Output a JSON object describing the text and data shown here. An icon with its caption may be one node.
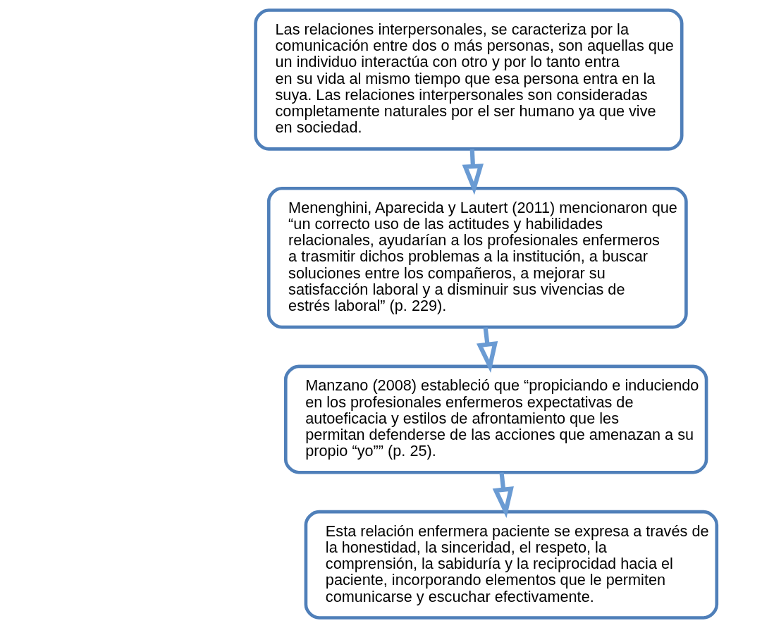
{
  "diagram": {
    "nodes": [
      {
        "text": [
          "Las relaciones interpersonales, se caracteriza por la comunicación entre dos o más personas, son aquellas que un individuo interactúa con otro y por lo tanto entra en su vida al mismo tiempo que esa persona entra en la suya. Las relaciones interpersonales son consideradas completamente naturales por el ser humano ya que vive en sociedad."
        ]
      },
      {
        "text": [
          "Menenghini, Aparecida y Lautert (2011) mencionaron que “un correcto uso de las actitudes y habilidades relacionales, ayudarían a los profesionales enfermeros a trasmitir dichos problemas a la institución, a buscar soluciones entre los compañeros, a mejorar su satisfacción laboral y a disminuir sus vivencias de estrés laboral” (p. 229)."
        ]
      },
      {
        "text": [
          "Manzano (2008) estableció que “propiciando e induciendo en los profesionales enfermeros expectativas de autoeficacia y estilos de afrontamiento que les permitan defenderse de las acciones que amenazan a su propio “yo”” (p. 25)."
        ]
      },
      {
        "text": [
          "Esta relación enfermera paciente se expresa a través de la honestidad, la sinceridad, el respeto, la comprensión, la sabiduría y la reciprocidad hacia el paciente, incorporando elementos que le permiten comunicarse y escuchar efectivamente."
        ]
      }
    ],
    "edges": [
      {
        "from": 0,
        "to": 1,
        "arrow": "to"
      },
      {
        "from": 1,
        "to": 2,
        "arrow": "to"
      },
      {
        "from": 2,
        "to": 3,
        "arrow": "to"
      }
    ]
  }
}
